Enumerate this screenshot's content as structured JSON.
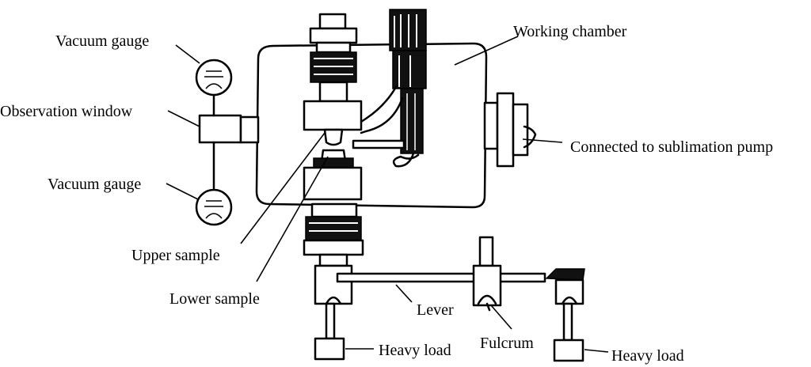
{
  "labels": {
    "vacuum_gauge_top": "Vacuum gauge",
    "observation_window": "Observation window",
    "vacuum_gauge_bottom": "Vacuum gauge",
    "working_chamber": "Working chamber",
    "connected_to_pump": "Connected to sublimation pump",
    "upper_sample": "Upper sample",
    "lower_sample": "Lower sample",
    "lever": "Lever",
    "fulcrum": "Fulcrum",
    "heavy_load_left": "Heavy load",
    "heavy_load_right": "Heavy load"
  }
}
